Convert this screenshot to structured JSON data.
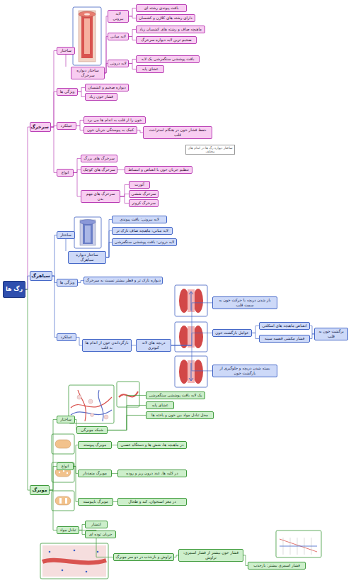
{
  "diagram": {
    "nodes": [
      {
        "text": [
          "رگ ها"
        ]
      },
      {
        "text": [
          "سرخرگ"
        ]
      },
      {
        "text": [
          "ساختار"
        ]
      },
      {
        "text": [
          "ساختار دیواره سرخرگ"
        ]
      },
      {
        "text": [
          "لایه بیرونی"
        ]
      },
      {
        "text": [
          "بافت پیوندی رشته ای"
        ]
      },
      {
        "text": [
          "دارای رشته های کلاژن و کشسان"
        ]
      },
      {
        "text": [
          "لایه میانی"
        ]
      },
      {
        "text": [
          "ماهیچه صاف و رشته های کشسان زیاد"
        ]
      },
      {
        "text": [
          "ضخیم ترین لایه دیواره سرخرگ"
        ]
      },
      {
        "text": [
          "لایه درونی"
        ]
      },
      {
        "text": [
          "بافت پوششی سنگفرشی یک لایه"
        ]
      },
      {
        "text": [
          "غشای پایه"
        ]
      },
      {
        "text": [
          "ویژگی ها"
        ]
      },
      {
        "text": [
          "دیواره ضخیم و کشسان"
        ]
      },
      {
        "text": [
          "فشار خون زیاد"
        ]
      },
      {
        "text": [
          "عملکرد"
        ]
      },
      {
        "text": [
          "خون را از قلب به اندام ها می برد"
        ]
      },
      {
        "text": [
          "کمک به پیوستگی جریان خون"
        ]
      },
      {
        "text": [
          "حفظ فشار خون در هنگام استراحت قلب"
        ]
      },
      {
        "text": [
          "انواع"
        ]
      },
      {
        "text": [
          "سرخرگ های بزرگ"
        ]
      },
      {
        "text": [
          "سرخرگ های کوچک"
        ]
      },
      {
        "text": [
          "تنظیم جریان خون با انقباض و انبساط"
        ]
      },
      {
        "text": [
          "سرخرگ های مهم بدن"
        ]
      },
      {
        "text": [
          "آئورت"
        ]
      },
      {
        "text": [
          "سرخرگ ششی"
        ]
      },
      {
        "text": [
          "سرخرگ کرونر"
        ]
      },
      {
        "text": [
          "سیاهرگ"
        ]
      },
      {
        "text": [
          "ساختار"
        ]
      },
      {
        "text": [
          "ساختار دیواره سیاهرگ"
        ]
      },
      {
        "text": [
          "لایه بیرونی: بافت پیوندی"
        ]
      },
      {
        "text": [
          "لایه میانی: ماهیچه صاف نازک تر"
        ]
      },
      {
        "text": [
          "لایه درونی: بافت پوششی سنگفرشی"
        ]
      },
      {
        "text": [
          "ویژگی ها"
        ]
      },
      {
        "text": [
          "دیواره نازک تر و قطر بیشتر نسبت به سرخرگ"
        ]
      },
      {
        "text": [
          "عملکرد"
        ]
      },
      {
        "text": [
          "بازگرداندن خون از اندام ها به قلب"
        ]
      },
      {
        "text": [
          "دریچه های لانه کبوتری"
        ]
      },
      {
        "text": [
          "باز شدن دریچه با حرکت خون به سمت قلب"
        ]
      },
      {
        "text": [
          "بسته شدن دریچه و جلوگیری از بازگشت خون"
        ]
      },
      {
        "text": [
          "عوامل بازگشت خون"
        ]
      },
      {
        "text": [
          "انقباض ماهیچه های اسکلتی"
        ]
      },
      {
        "text": [
          "فشار مکشی قفسه سینه"
        ]
      },
      {
        "text": [
          "برگشت خون به قلب"
        ]
      },
      {
        "text": [
          "مویرگ"
        ]
      },
      {
        "text": [
          "ساختار"
        ]
      },
      {
        "text": [
          "شبکه مویرگی"
        ]
      },
      {
        "text": [
          "یک لایه بافت پوششی سنگفرشی"
        ]
      },
      {
        "text": [
          "غشای پایه"
        ]
      },
      {
        "text": [
          "محل تبادل مواد بین خون و یاخته ها"
        ]
      },
      {
        "text": [
          "انواع"
        ]
      },
      {
        "text": [
          "مویرگ پیوسته"
        ]
      },
      {
        "text": [
          "در ماهیچه ها، شش ها و دستگاه عصبی"
        ]
      },
      {
        "text": [
          "مویرگ منفذدار"
        ]
      },
      {
        "text": [
          "در کلیه ها، غدد درون ریز و روده"
        ]
      },
      {
        "text": [
          "مویرگ ناپیوسته"
        ]
      },
      {
        "text": [
          "در مغز استخوان، کبد و طحال"
        ]
      },
      {
        "text": [
          "تبادل مواد"
        ]
      },
      {
        "text": [
          "انتشار"
        ]
      },
      {
        "text": [
          "جریان توده ای"
        ]
      },
      {
        "text": [
          "تراوش و بازجذب در دو سر مویرگ"
        ]
      },
      {
        "text": [
          "فشار خون بیشتر از فشار اسمزی: تراوش"
        ]
      },
      {
        "text": [
          "فشار اسمزی بیشتر: بازجذب"
        ]
      }
    ],
    "edges": [
      {
        "from": 0,
        "to": 1,
        "arrow": "none"
      },
      {
        "from": 0,
        "to": 28,
        "arrow": "none"
      },
      {
        "from": 0,
        "to": 45,
        "arrow": "none"
      },
      {
        "from": 1,
        "to": 2,
        "arrow": "none"
      },
      {
        "from": 1,
        "to": 13,
        "arrow": "none"
      },
      {
        "from": 1,
        "to": 16,
        "arrow": "none"
      },
      {
        "from": 1,
        "to": 20,
        "arrow": "none"
      },
      {
        "from": 2,
        "to": 3,
        "arrow": "none"
      },
      {
        "from": 3,
        "to": 4,
        "arrow": "none"
      },
      {
        "from": 3,
        "to": 7,
        "arrow": "none"
      },
      {
        "from": 3,
        "to": 10,
        "arrow": "none"
      },
      {
        "from": 4,
        "to": 5,
        "arrow": "none"
      },
      {
        "from": 4,
        "to": 6,
        "arrow": "none"
      },
      {
        "from": 7,
        "to": 8,
        "arrow": "none"
      },
      {
        "from": 7,
        "to": 9,
        "arrow": "none"
      },
      {
        "from": 10,
        "to": 11,
        "arrow": "none"
      },
      {
        "from": 10,
        "to": 12,
        "arrow": "none"
      },
      {
        "from": 13,
        "to": 14,
        "arrow": "none"
      },
      {
        "from": 13,
        "to": 15,
        "arrow": "none"
      },
      {
        "from": 16,
        "to": 17,
        "arrow": "none"
      },
      {
        "from": 16,
        "to": 18,
        "arrow": "none"
      },
      {
        "from": 18,
        "to": 19,
        "arrow": "none"
      },
      {
        "from": 20,
        "to": 21,
        "arrow": "none"
      },
      {
        "from": 20,
        "to": 22,
        "arrow": "none"
      },
      {
        "from": 20,
        "to": 24,
        "arrow": "none"
      },
      {
        "from": 22,
        "to": 23,
        "arrow": "none"
      },
      {
        "from": 24,
        "to": 25,
        "arrow": "none"
      },
      {
        "from": 24,
        "to": 26,
        "arrow": "none"
      },
      {
        "from": 24,
        "to": 27,
        "arrow": "none"
      },
      {
        "from": 28,
        "to": 29,
        "arrow": "none"
      },
      {
        "from": 28,
        "to": 34,
        "arrow": "none"
      },
      {
        "from": 28,
        "to": 36,
        "arrow": "none"
      },
      {
        "from": 29,
        "to": 30,
        "arrow": "none"
      },
      {
        "from": 30,
        "to": 31,
        "arrow": "none"
      },
      {
        "from": 30,
        "to": 32,
        "arrow": "none"
      },
      {
        "from": 30,
        "to": 33,
        "arrow": "none"
      },
      {
        "from": 34,
        "to": 35,
        "arrow": "none"
      },
      {
        "from": 36,
        "to": 37,
        "arrow": "none"
      },
      {
        "from": 37,
        "to": 38,
        "arrow": "none"
      },
      {
        "from": 38,
        "to": 39,
        "arrow": "none"
      },
      {
        "from": 38,
        "to": 41,
        "arrow": "none"
      },
      {
        "from": 38,
        "to": 40,
        "arrow": "none"
      },
      {
        "from": 41,
        "to": 42,
        "arrow": "none"
      },
      {
        "from": 41,
        "to": 43,
        "arrow": "none"
      },
      {
        "from": 42,
        "to": 44,
        "arrow": "none"
      },
      {
        "from": 43,
        "to": 44,
        "arrow": "none"
      },
      {
        "from": 45,
        "to": 46,
        "arrow": "none"
      },
      {
        "from": 45,
        "to": 51,
        "arrow": "none"
      },
      {
        "from": 45,
        "to": 58,
        "arrow": "none"
      },
      {
        "from": 46,
        "to": 47,
        "arrow": "none"
      },
      {
        "from": 47,
        "to": 48,
        "arrow": "none"
      },
      {
        "from": 47,
        "to": 49,
        "arrow": "none"
      },
      {
        "from": 47,
        "to": 50,
        "arrow": "none"
      },
      {
        "from": 51,
        "to": 52,
        "arrow": "none"
      },
      {
        "from": 51,
        "to": 54,
        "arrow": "none"
      },
      {
        "from": 51,
        "to": 56,
        "arrow": "none"
      },
      {
        "from": 52,
        "to": 53,
        "arrow": "none"
      },
      {
        "from": 54,
        "to": 55,
        "arrow": "none"
      },
      {
        "from": 56,
        "to": 57,
        "arrow": "none"
      },
      {
        "from": 58,
        "to": 59,
        "arrow": "none"
      },
      {
        "from": 58,
        "to": 60,
        "arrow": "none"
      },
      {
        "from": 58,
        "to": 61,
        "arrow": "none"
      },
      {
        "from": 61,
        "to": 62,
        "arrow": "none"
      },
      {
        "from": 62,
        "to": 63,
        "arrow": "none"
      }
    ],
    "labels": [
      "ساختار دیواره رگ ها در اندام های مختلف"
    ]
  }
}
